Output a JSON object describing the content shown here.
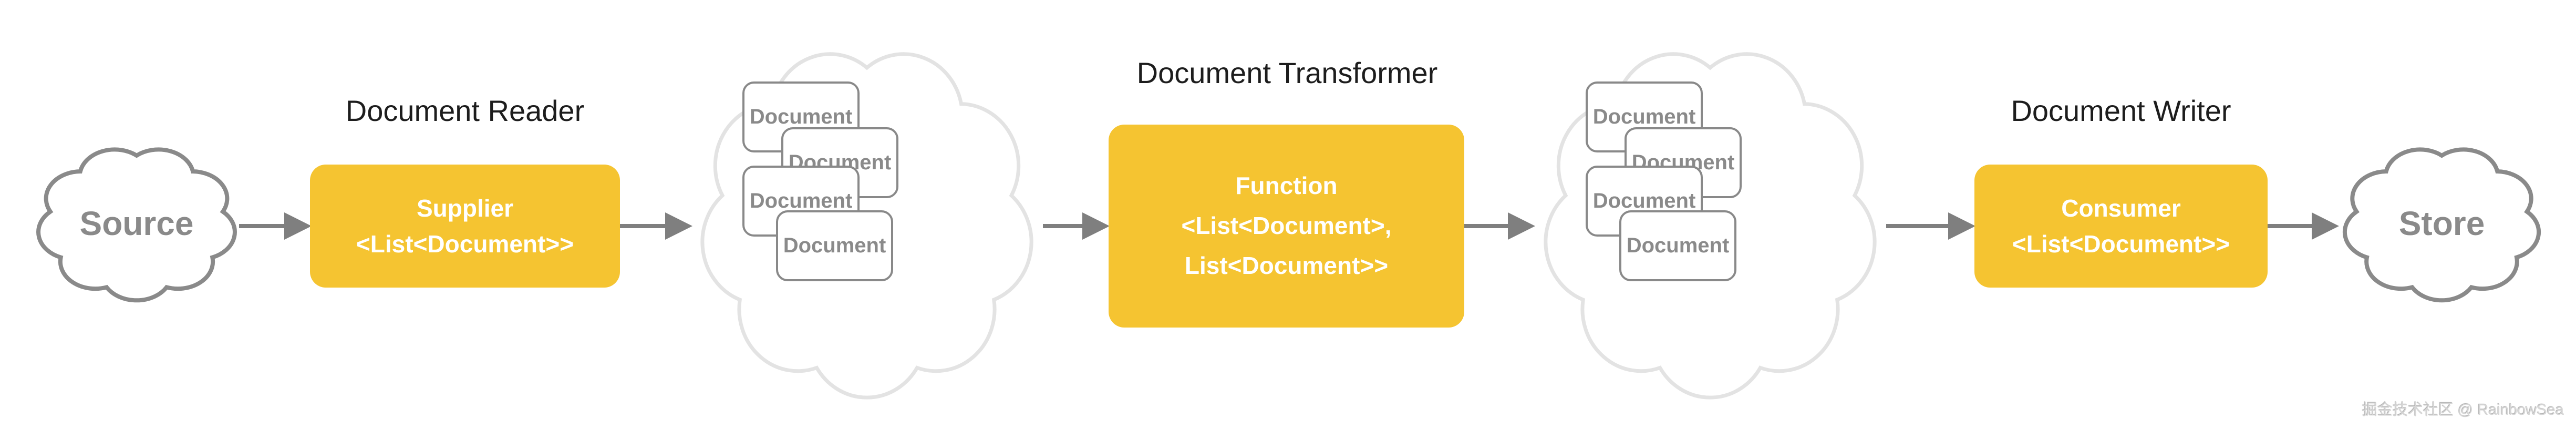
{
  "pipeline": {
    "source": {
      "label": "Source"
    },
    "reader": {
      "title": "Document Reader",
      "lines": [
        "Supplier",
        "<List<Document>>"
      ]
    },
    "docs_cloud_1": {
      "documents": [
        "Document",
        "Document",
        "Document",
        "Document"
      ]
    },
    "transformer": {
      "title": "Document Transformer",
      "lines": [
        "Function",
        "<List<Document>,",
        "List<Document>>"
      ]
    },
    "docs_cloud_2": {
      "documents": [
        "Document",
        "Document",
        "Document",
        "Document"
      ]
    },
    "writer": {
      "title": "Document Writer",
      "lines": [
        "Consumer",
        "<List<Document>>"
      ]
    },
    "store": {
      "label": "Store"
    }
  },
  "watermark": "掘金技术社区 @ RainbowSea",
  "colors": {
    "accent_yellow": "#f5c431",
    "arrow_gray": "#7f7f7f",
    "cloud_stroke_dark": "#8a8a8a",
    "cloud_stroke_light": "#e3e3e3",
    "title_text": "#1d1d1d",
    "gray_text": "#8a8a8a",
    "box_text": "#ffffff",
    "background": "#ffffff"
  }
}
